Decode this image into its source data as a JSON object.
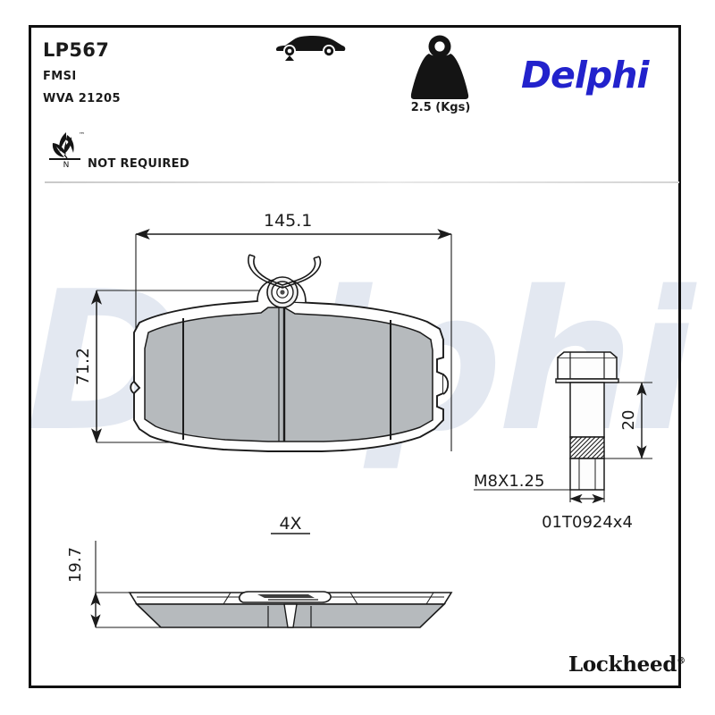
{
  "header": {
    "part_code": "LP567",
    "fmsi_label": "FMSI",
    "wva_label": "WVA 21205",
    "eco_icon": "leaf-eco-icon",
    "eco_mark": "N",
    "eco_tm": "™",
    "eco_text": "NOT REQUIRED",
    "axle_icon": "car-front-axle-icon",
    "weight_icon": "weight-kettlebell-icon",
    "weight_value": "2.5 (Kgs)",
    "brand": "Delphi",
    "brand_color": "#2222CC"
  },
  "watermark": {
    "text": "Delphi",
    "color": "#DFE5EF"
  },
  "drawing": {
    "pad_width_dim": "145.1",
    "pad_height_dim": "71.2",
    "pad_thickness_dim": "19.7",
    "quantity_label": "4X",
    "bolt_thread": "M8X1.25",
    "bolt_length_dim": "20",
    "bolt_part_number": "01T0924x4",
    "friction_color": "#B6BABD",
    "line_color": "#1B1B1B"
  },
  "footer": {
    "brand": "Lockheed",
    "registered": "®"
  }
}
